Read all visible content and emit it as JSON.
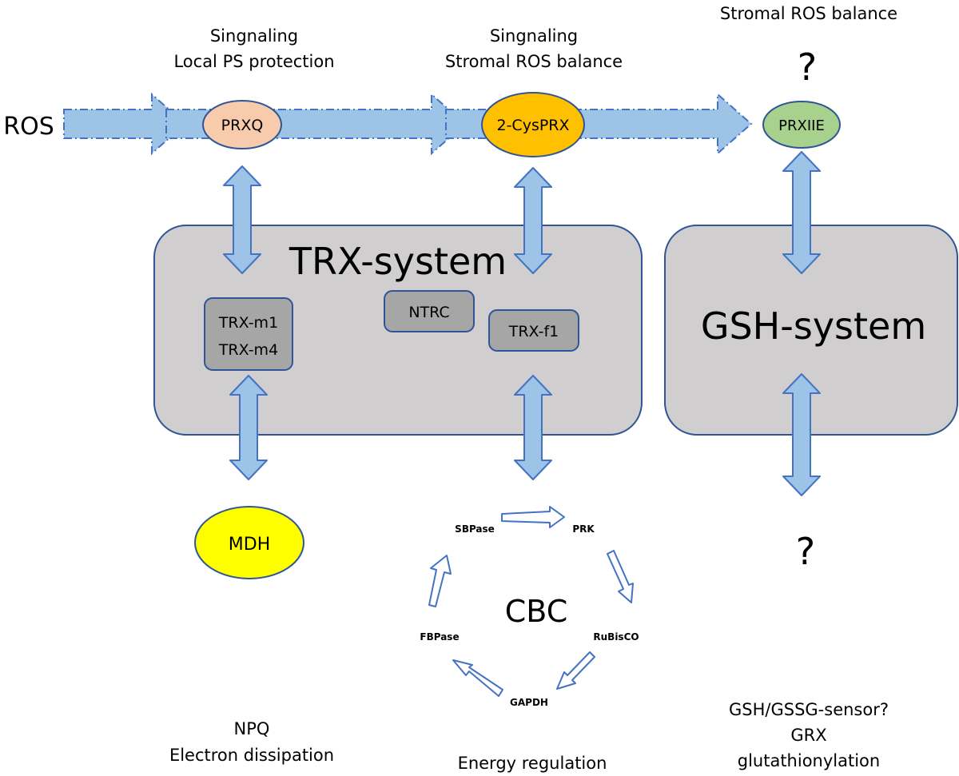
{
  "ros_label": "ROS",
  "peroxiredoxins": {
    "prxq": {
      "label": "PRXQ",
      "color": "#f8cbad",
      "role_line1": "Singnaling",
      "role_line2": "Local PS protection"
    },
    "cysprx": {
      "label": "2-CysPRX",
      "color": "#ffc000",
      "role_line1": "Singnaling",
      "role_line2": "Stromal ROS balance"
    },
    "prxiie": {
      "label": "PRXIIE",
      "color": "#a9d18e",
      "role_line1": "Stromal ROS balance",
      "role_line2": "?"
    }
  },
  "trx_system": {
    "title": "TRX-system",
    "trx_m": [
      "TRX-m1",
      "TRX-m4"
    ],
    "ntrc": "NTRC",
    "trx_f1": "TRX-f1"
  },
  "gsh_system": {
    "title": "GSH-system"
  },
  "mdh": {
    "label": "MDH",
    "color": "#ffff00"
  },
  "cbc": {
    "title": "CBC",
    "enzymes": [
      "SBPase",
      "PRK",
      "RuBisCO",
      "GAPDH",
      "FBPase"
    ]
  },
  "gsh_unknown": "?",
  "bottom": {
    "mdh_line1": "NPQ",
    "mdh_line2": "Electron dissipation",
    "cbc_line": "Energy regulation",
    "gsh_line1": "GSH/GSSG-sensor?",
    "gsh_line2": "GRX",
    "gsh_line3": "glutathionylation"
  },
  "colors": {
    "ros_flow": "#9dc3e6",
    "outline": "#4472c4",
    "system_box": "#d0cece",
    "inner_box": "#a6a6a6"
  }
}
